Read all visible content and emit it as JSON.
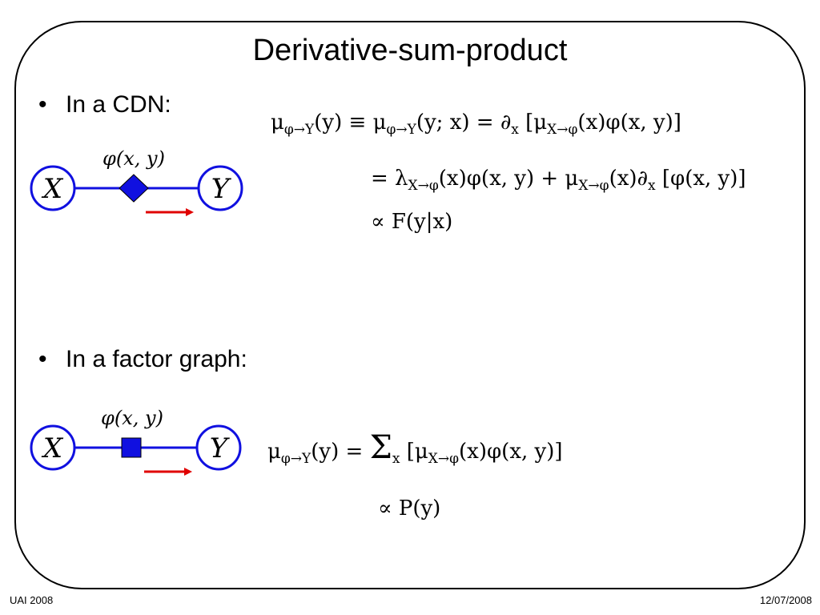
{
  "slide": {
    "title": "Derivative-sum-product",
    "bullet1": "In a CDN:",
    "bullet2": "In a factor graph:",
    "bullet_char": "•"
  },
  "diagram_cdn": {
    "node_left": "X",
    "node_right": "Y",
    "factor_label": "φ(x, y)",
    "factor_shape": "diamond",
    "edge_color": "#1010e0",
    "arrow_color": "#e00000"
  },
  "diagram_fg": {
    "node_left": "X",
    "node_right": "Y",
    "factor_label": "φ(x, y)",
    "factor_shape": "square",
    "edge_color": "#1010e0",
    "arrow_color": "#e00000"
  },
  "equations": {
    "cdn_line1": "μ_{φ→Y}(y) ≡ μ_{φ→Y}(y; x) = ∂_x [μ_{X→φ}(x)φ(x, y)]",
    "cdn_line2": "= λ_{X→φ}(x)φ(x, y) + μ_{X→φ}(x)∂_x [φ(x, y)]",
    "cdn_line3": "∝ F(y|x)",
    "fg_line1": "μ_{φ→Y}(y) = Σ_x [μ_{X→φ}(x)φ(x, y)]",
    "fg_line2": "∝ P(y)"
  },
  "footer": {
    "left": "UAI 2008",
    "right": "12/07/2008"
  }
}
